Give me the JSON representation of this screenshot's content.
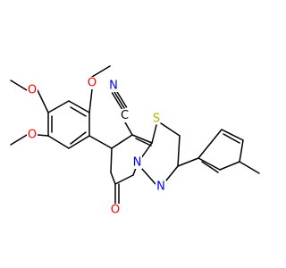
{
  "molecule": {
    "labels": {
      "nitrogen_nitrile": "N",
      "carbon_nitrile": "C",
      "sulfur": "S",
      "nitrogen_ring_a": "N",
      "nitrogen_ring_b": "N",
      "oxygen_carbonyl": "O",
      "oxygen_methoxy_top": "O",
      "oxygen_methoxy_left_a": "O",
      "oxygen_methoxy_left_b": "O"
    },
    "colors": {
      "bond": "#000000",
      "nitrogen": "#0000ff",
      "sulfur": "#b3b300",
      "oxygen": "#ff0000",
      "carbon": "#000000"
    }
  }
}
